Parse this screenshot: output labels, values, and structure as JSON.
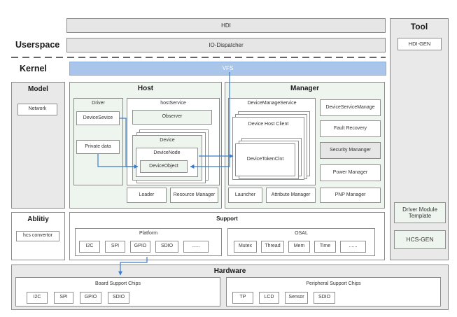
{
  "rows": {
    "userspace": "Userspace",
    "kernel": "Kernel",
    "hdi": "HDI",
    "io_dispatcher": "IO-Dispatcher",
    "vfs": "VFS"
  },
  "tool": {
    "title": "Tool",
    "hdi_gen": "HDI-GEN",
    "driver_module_template": "Driver Module Template",
    "hcs_gen": "HCS-GEN"
  },
  "model": {
    "title": "Model",
    "network": "Network"
  },
  "host": {
    "title": "Host",
    "driver": {
      "title": "Driver",
      "device_service": "DeviceSevice",
      "private_data": "Private data"
    },
    "host_service": {
      "title": "hostService",
      "observer": "Observer",
      "device": "Device",
      "device_node": "DeviceNode",
      "device_object": "DeviceObject"
    },
    "loader": "Loader",
    "resource_manager": "Resource Manager"
  },
  "manager": {
    "title": "Manager",
    "device_manage_service": "DeviceManageService",
    "device_host_client": "Device Host Client",
    "device_token_clnt": "DeviceTokenClnt",
    "device_service_manage": "DeviceServiceManage",
    "fault_recovery": "Fault Recovery",
    "security_manager": "Security Mananger",
    "power_manager": "Power Manager",
    "launcher": "Launcher",
    "attribute_manager": "Attribute Manager",
    "pnp_manager": "PNP Manager"
  },
  "ability": {
    "title": "Ablitiy",
    "hcs_convertor": "hcs convertor"
  },
  "support": {
    "title": "Support",
    "platform": {
      "title": "Platform",
      "items": [
        "I2C",
        "SPI",
        "GPIO",
        "SDIO",
        "......"
      ]
    },
    "osal": {
      "title": "OSAL",
      "items": [
        "Mutex",
        "Thread",
        "Mem",
        "Time",
        "......"
      ]
    }
  },
  "hardware": {
    "title": "Hardware",
    "board": {
      "title": "Board Support Chips",
      "items": [
        "I2C",
        "SPI",
        "GPIO",
        "SDIO"
      ]
    },
    "peripheral": {
      "title": "Peripheral Support Chips",
      "items": [
        "TP",
        "LCD",
        "Sensor",
        "SDIO"
      ]
    }
  },
  "colors": {
    "vfs_fill": "#a9c6ea",
    "arrow": "#3a7ccc",
    "panel_gray": "#e9e9e9",
    "panel_green": "#eef5ef"
  }
}
